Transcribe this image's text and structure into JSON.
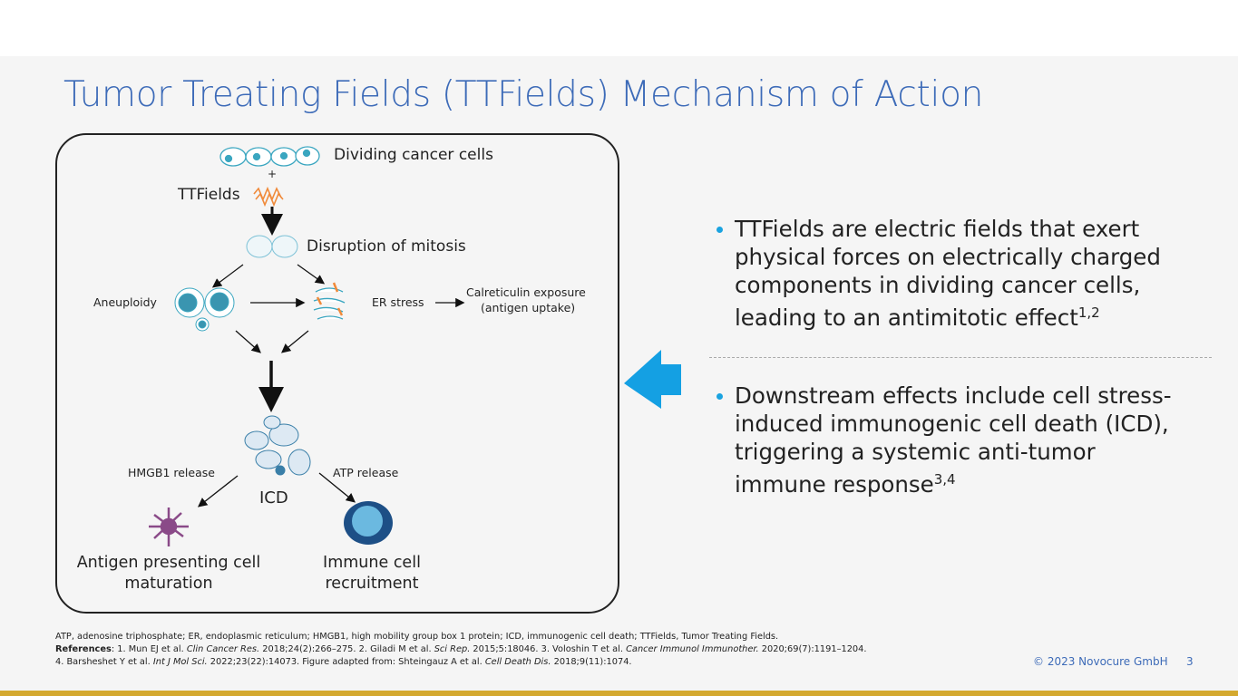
{
  "title": "Tumor Treating Fields (TTFields) Mechanism of Action",
  "diagram": {
    "dividing": "Dividing cancer cells",
    "plus": "+",
    "ttfields": "TTFields",
    "disruption": "Disruption of mitosis",
    "aneuploidy": "Aneuploidy",
    "er_stress": "ER stress",
    "calreticulin": "Calreticulin exposure",
    "antigen_uptake": "(antigen uptake)",
    "hmgb1": "HMGB1 release",
    "atp": "ATP release",
    "icd": "ICD",
    "apc_1": "Antigen presenting cell",
    "apc_2": "maturation",
    "immune_1": "Immune cell",
    "immune_2": "recruitment"
  },
  "bullets": [
    {
      "lines": [
        "TTFields are electric fields that exert",
        "physical forces on electrically charged",
        "components in dividing cancer cells,",
        "leading to an antimitotic effect"
      ],
      "sup": "1,2"
    },
    {
      "lines": [
        "Downstream effects include cell stress-",
        "induced immunogenic cell death (ICD),",
        "triggering a systemic anti-tumor",
        "immune response"
      ],
      "sup": "3,4"
    }
  ],
  "footnote": {
    "abbrev": "ATP, adenosine triphosphate; ER, endoplasmic reticulum; HMGB1, high mobility group box 1 protein; ICD, immunogenic cell death; TTFields, Tumor Treating Fields.",
    "ref_label": "References",
    "ref1": ": 1. Mun EJ et al. ",
    "ref1_j": "Clin Cancer Res.",
    "ref1_r": " 2018;24(2):266–275. 2. Giladi M et al. ",
    "ref2_j": "Sci Rep.",
    "ref2_r": " 2015;5:18046. 3. Voloshin T et al. ",
    "ref3_j": "Cancer Immunol Immunother.",
    "ref3_r": " 2020;69(7):1191–1204.",
    "ref4": "4. Barsheshet Y et al. ",
    "ref4_j": "Int J Mol Sci.",
    "ref4_r": " 2022;23(22):14073. Figure adapted from: Shteingauz A et al. ",
    "ref5_j": "Cell Death Dis.",
    "ref5_r": " 2018;9(11):1074."
  },
  "copyright": "© 2023 Novocure GmbH",
  "page_number": "3",
  "colors": {
    "title": "#3d6bb8",
    "accent": "#1aa3e0",
    "gold": "#d4a92f"
  }
}
